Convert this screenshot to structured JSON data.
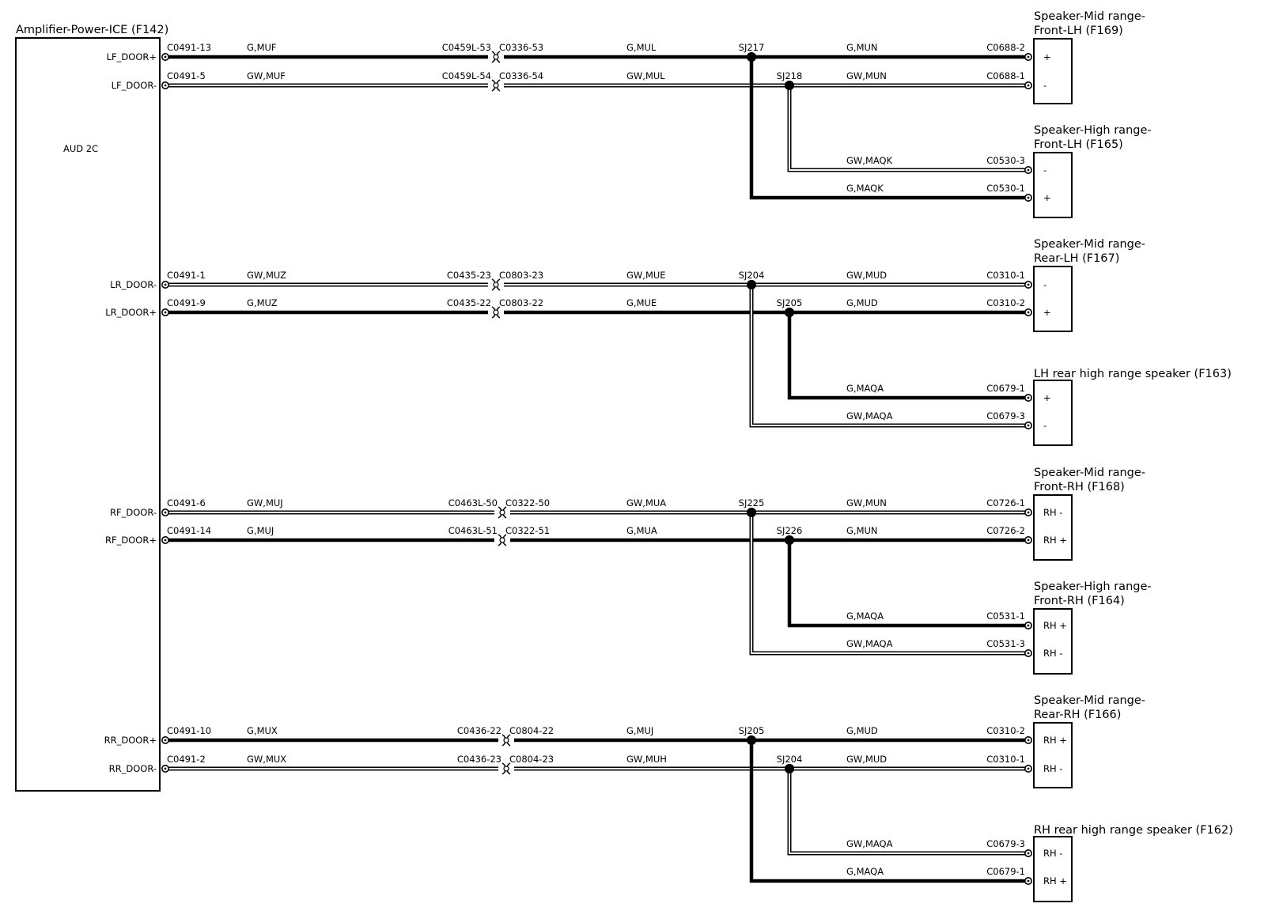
{
  "amplifier": {
    "title": "Amplifier-Power-ICE (F142)",
    "inner_label": "AUD 2C",
    "pins": [
      "LF_DOOR+",
      "LF_DOOR-",
      "LR_DOOR-",
      "LR_DOOR+",
      "RF_DOOR-",
      "RF_DOOR+",
      "RR_DOOR+",
      "RR_DOOR-"
    ]
  },
  "speakers": [
    {
      "title_line1": "Speaker-Mid range-",
      "title_line2": "Front-LH (F169)",
      "pins": [
        "+",
        "-"
      ]
    },
    {
      "title_line1": "Speaker-High range-",
      "title_line2": "Front-LH (F165)",
      "pins": [
        "-",
        "+"
      ]
    },
    {
      "title_line1": "Speaker-Mid range-",
      "title_line2": "Rear-LH (F167)",
      "pins": [
        "-",
        "+"
      ]
    },
    {
      "title_line1": "LH rear high range speaker (F163)",
      "title_line2": "",
      "pins": [
        "+",
        "-"
      ]
    },
    {
      "title_line1": "Speaker-Mid range-",
      "title_line2": "Front-RH (F168)",
      "pins": [
        "RH -",
        "RH +"
      ]
    },
    {
      "title_line1": "Speaker-High range-",
      "title_line2": "Front-RH (F164)",
      "pins": [
        "RH +",
        "RH -"
      ]
    },
    {
      "title_line1": "Speaker-Mid range-",
      "title_line2": "Rear-RH (F166)",
      "pins": [
        "RH +",
        "RH -"
      ]
    },
    {
      "title_line1": "RH rear high range speaker (F162)",
      "title_line2": "",
      "pins": [
        "RH -",
        "RH +"
      ]
    }
  ],
  "main_wires": [
    {
      "from_pin": "C0491-13",
      "seg1_color": "G,MUF",
      "inline_left": "C0459L-53",
      "inline_right": "C0336-53",
      "seg2_color": "G,MUL",
      "splice": "SJ217",
      "seg3_color": "G,MUN",
      "end_pin": "C0688-2",
      "type": "G"
    },
    {
      "from_pin": "C0491-5",
      "seg1_color": "GW,MUF",
      "inline_left": "C0459L-54",
      "inline_right": "C0336-54",
      "seg2_color": "GW,MUL",
      "splice": "SJ218",
      "seg3_color": "GW,MUN",
      "end_pin": "C0688-1",
      "type": "GW"
    },
    {
      "from_pin": "C0491-1",
      "seg1_color": "GW,MUZ",
      "inline_left": "C0435-23",
      "inline_right": "C0803-23",
      "seg2_color": "GW,MUE",
      "splice": "SJ204",
      "seg3_color": "GW,MUD",
      "end_pin": "C0310-1",
      "type": "GW"
    },
    {
      "from_pin": "C0491-9",
      "seg1_color": "G,MUZ",
      "inline_left": "C0435-22",
      "inline_right": "C0803-22",
      "seg2_color": "G,MUE",
      "splice": "SJ205",
      "seg3_color": "G,MUD",
      "end_pin": "C0310-2",
      "type": "G"
    },
    {
      "from_pin": "C0491-6",
      "seg1_color": "GW,MUJ",
      "inline_left": "C0463L-50",
      "inline_right": "C0322-50",
      "seg2_color": "GW,MUA",
      "splice": "SJ225",
      "seg3_color": "GW,MUN",
      "end_pin": "C0726-1",
      "type": "GW"
    },
    {
      "from_pin": "C0491-14",
      "seg1_color": "G,MUJ",
      "inline_left": "C0463L-51",
      "inline_right": "C0322-51",
      "seg2_color": "G,MUA",
      "splice": "SJ226",
      "seg3_color": "G,MUN",
      "end_pin": "C0726-2",
      "type": "G"
    },
    {
      "from_pin": "C0491-10",
      "seg1_color": "G,MUX",
      "inline_left": "C0436-22",
      "inline_right": "C0804-22",
      "seg2_color": "G,MUJ",
      "splice": "SJ205",
      "seg3_color": "G,MUD",
      "end_pin": "C0310-2",
      "type": "G"
    },
    {
      "from_pin": "C0491-2",
      "seg1_color": "GW,MUX",
      "inline_left": "C0436-23",
      "inline_right": "C0804-23",
      "seg2_color": "GW,MUH",
      "splice": "SJ204",
      "seg3_color": "GW,MUD",
      "end_pin": "C0310-1",
      "type": "GW"
    }
  ],
  "branch_wires": [
    {
      "color": "GW,MAQK",
      "end_pin": "C0530-3",
      "type": "GW"
    },
    {
      "color": "G,MAQK",
      "end_pin": "C0530-1",
      "type": "G"
    },
    {
      "color": "G,MAQA",
      "end_pin": "C0679-1",
      "type": "G"
    },
    {
      "color": "GW,MAQA",
      "end_pin": "C0679-3",
      "type": "GW"
    },
    {
      "color": "G,MAQA",
      "end_pin": "C0531-1",
      "type": "G"
    },
    {
      "color": "GW,MAQA",
      "end_pin": "C0531-3",
      "type": "GW"
    },
    {
      "color": "GW,MAQA",
      "end_pin": "C0679-3",
      "type": "GW"
    },
    {
      "color": "G,MAQA",
      "end_pin": "C0679-1",
      "type": "G"
    }
  ]
}
